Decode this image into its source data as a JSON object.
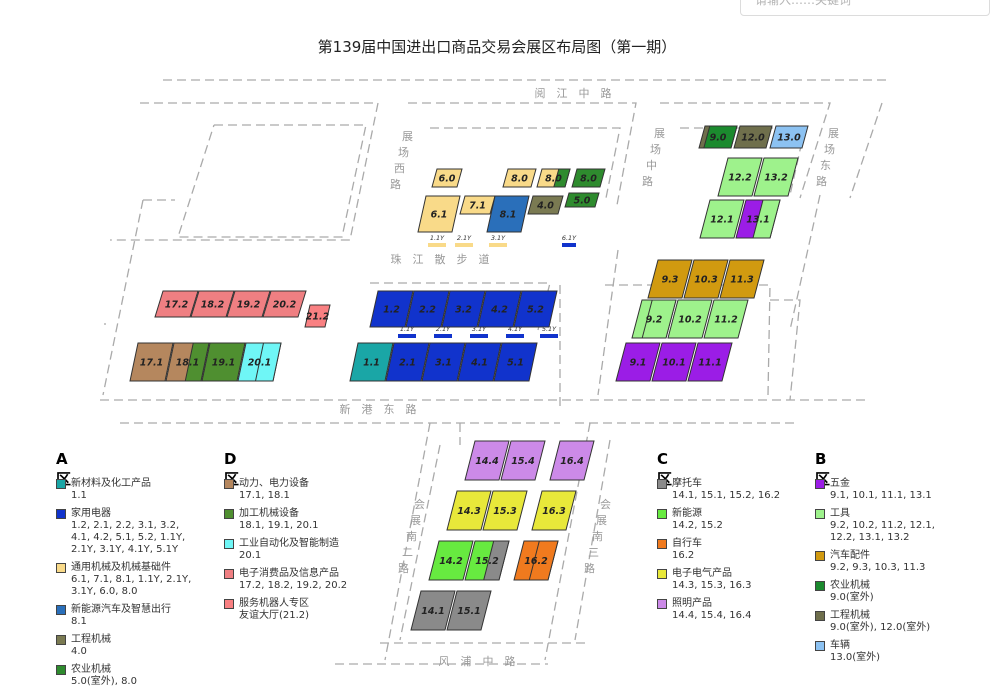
{
  "search": {
    "placeholder": "请输入……关键词"
  },
  "title": "第139届中国进出口商品交易会展区布局图（第一期）",
  "roads": {
    "yuejiang": "阅　江　中　路",
    "zhujiang": "珠　江　散　步　道",
    "xingang": "新　港　东　路",
    "fengpu": "风　浦　中　路",
    "west": [
      "展",
      "场",
      "西",
      "路"
    ],
    "middle": [
      "展",
      "场",
      "中",
      "路"
    ],
    "east": [
      "展",
      "场",
      "东",
      "路"
    ],
    "south2": [
      "会",
      "展",
      "南",
      "二",
      "路"
    ],
    "south3": [
      "会",
      "展",
      "南",
      "三",
      "路"
    ]
  },
  "colors": {
    "teal": "#1aa6a6",
    "blue": "#1133cc",
    "lightyellow": "#f9da89",
    "midblue": "#2a6fba",
    "olive": "#7a7a52",
    "green": "#2e8b2e",
    "brown": "#b5875e",
    "leafgreen": "#4f8f30",
    "cyan": "#6ff6f6",
    "pink": "#ef7f82",
    "salmon": "#f98082",
    "purple": "#9b1de6",
    "lightgreen": "#9ef28c",
    "gold": "#d19a10",
    "darkgreen": "#1b8a2e",
    "darkolive": "#6f6f4c",
    "skyblue": "#8cc2f2",
    "gray": "#8a8a8a",
    "brightgreen": "#67ea40",
    "orange": "#f07a1e",
    "yellow": "#e8e83a",
    "violet": "#cc8ae8"
  },
  "halls": {
    "west_area": [
      {
        "label": "17.2",
        "color": "pink"
      },
      {
        "label": "18.2",
        "color": "pink"
      },
      {
        "label": "19.2",
        "color": "pink"
      },
      {
        "label": "20.2",
        "color": "pink"
      },
      {
        "label": "21.2",
        "color": "salmon"
      },
      {
        "label": "17.1",
        "color": "brown"
      },
      {
        "label": "18.1",
        "color": "brown"
      },
      {
        "label": "19.1",
        "color": "leafgreen"
      },
      {
        "label": "20.1",
        "color": "cyan"
      }
    ],
    "center": [
      {
        "label": "1.2",
        "color": "blue"
      },
      {
        "label": "2.2",
        "color": "blue"
      },
      {
        "label": "3.2",
        "color": "blue"
      },
      {
        "label": "4.2",
        "color": "blue"
      },
      {
        "label": "5.2",
        "color": "blue"
      },
      {
        "label": "1.1",
        "color": "teal"
      },
      {
        "label": "2.1",
        "color": "blue"
      },
      {
        "label": "3.1",
        "color": "blue"
      },
      {
        "label": "4.1",
        "color": "blue"
      },
      {
        "label": "5.1",
        "color": "blue"
      }
    ],
    "center_y": [
      "1.1Y",
      "2.1Y",
      "3.1Y",
      "4.1Y",
      "5.1Y"
    ],
    "north": [
      {
        "label": "6.0",
        "color": "lightyellow"
      },
      {
        "label": "8.0",
        "color": "lightyellow"
      },
      {
        "label": "8.0",
        "color": "lightyellow"
      },
      {
        "label": "8.0",
        "color": "green"
      },
      {
        "label": "6.1",
        "color": "lightyellow"
      },
      {
        "label": "7.1",
        "color": "lightyellow"
      },
      {
        "label": "8.1",
        "color": "midblue"
      },
      {
        "label": "4.0",
        "color": "olive"
      },
      {
        "label": "5.0",
        "color": "green"
      }
    ],
    "north_y": [
      "1.1Y",
      "2.1Y",
      "3.1Y",
      "6.1Y"
    ],
    "b_area": [
      {
        "label": "9.0",
        "color": "darkolive"
      },
      {
        "label": "12.0",
        "color": "darkolive"
      },
      {
        "label": "13.0",
        "color": "skyblue"
      },
      {
        "label": "12.2",
        "color": "lightgreen"
      },
      {
        "label": "13.2",
        "color": "lightgreen"
      },
      {
        "label": "12.1",
        "color": "lightgreen"
      },
      {
        "label": "13.1",
        "color": "purple"
      },
      {
        "label": "9.3",
        "color": "gold"
      },
      {
        "label": "10.3",
        "color": "gold"
      },
      {
        "label": "11.3",
        "color": "gold"
      },
      {
        "label": "9.2",
        "color": "lightgreen"
      },
      {
        "label": "10.2",
        "color": "lightgreen"
      },
      {
        "label": "11.2",
        "color": "lightgreen"
      },
      {
        "label": "9.1",
        "color": "purple"
      },
      {
        "label": "10.1",
        "color": "purple"
      },
      {
        "label": "11.1",
        "color": "purple"
      }
    ],
    "c_area": [
      {
        "label": "14.4",
        "color": "violet"
      },
      {
        "label": "15.4",
        "color": "violet"
      },
      {
        "label": "16.4",
        "color": "violet"
      },
      {
        "label": "14.3",
        "color": "yellow"
      },
      {
        "label": "15.3",
        "color": "yellow"
      },
      {
        "label": "16.3",
        "color": "yellow"
      },
      {
        "label": "14.2",
        "color": "brightgreen"
      },
      {
        "label": "15.2",
        "color": "brightgreen"
      },
      {
        "label": "16.2",
        "color": "orange"
      },
      {
        "label": "14.1",
        "color": "gray"
      },
      {
        "label": "15.1",
        "color": "gray"
      }
    ]
  },
  "legend": {
    "A": {
      "title": "A区",
      "items": [
        {
          "name": "新材料及化工产品",
          "halls": "1.1",
          "color": "teal"
        },
        {
          "name": "家用电器",
          "halls": "1.2, 2.1, 2.2, 3.1, 3.2,",
          "halls2": "4.1, 4.2, 5.1, 5.2, 1.1Y,",
          "halls3": "2.1Y, 3.1Y, 4.1Y, 5.1Y",
          "color": "blue"
        },
        {
          "name": "通用机械及机械基础件",
          "halls": "6.1, 7.1, 8.1, 1.1Y, 2.1Y,",
          "halls2": "3.1Y, 6.0, 8.0",
          "color": "lightyellow"
        },
        {
          "name": "新能源汽车及智慧出行",
          "halls": "8.1",
          "color": "midblue"
        },
        {
          "name": "工程机械",
          "halls": "4.0",
          "color": "olive"
        },
        {
          "name": "农业机械",
          "halls": "5.0(室外), 8.0",
          "color": "green"
        }
      ]
    },
    "D": {
      "title": "D区",
      "items": [
        {
          "name": "动力、电力设备",
          "halls": "17.1, 18.1",
          "color": "brown"
        },
        {
          "name": "加工机械设备",
          "halls": "18.1, 19.1, 20.1",
          "color": "leafgreen"
        },
        {
          "name": "工业自动化及智能制造",
          "halls": "20.1",
          "color": "cyan"
        },
        {
          "name": "电子消费品及信息产品",
          "halls": "17.2, 18.2, 19.2, 20.2",
          "color": "pink"
        },
        {
          "name": "服务机器人专区",
          "halls": "友谊大厅(21.2)",
          "color": "salmon"
        }
      ]
    },
    "C": {
      "title": "C区",
      "items": [
        {
          "name": "摩托车",
          "halls": "14.1, 15.1, 15.2, 16.2",
          "color": "gray"
        },
        {
          "name": "新能源",
          "halls": "14.2, 15.2",
          "color": "brightgreen"
        },
        {
          "name": "自行车",
          "halls": "16.2",
          "color": "orange"
        },
        {
          "name": "电子电气产品",
          "halls": "14.3, 15.3, 16.3",
          "color": "yellow"
        },
        {
          "name": "照明产品",
          "halls": "14.4, 15.4, 16.4",
          "color": "violet"
        }
      ]
    },
    "B": {
      "title": "B区",
      "items": [
        {
          "name": "五金",
          "halls": "9.1, 10.1, 11.1, 13.1",
          "color": "purple"
        },
        {
          "name": "工具",
          "halls": "9.2, 10.2, 11.2, 12.1,",
          "halls2": "12.2, 13.1, 13.2",
          "color": "lightgreen"
        },
        {
          "name": "汽车配件",
          "halls": "9.2, 9.3, 10.3, 11.3",
          "color": "gold"
        },
        {
          "name": "农业机械",
          "halls": "9.0(室外)",
          "color": "darkgreen"
        },
        {
          "name": "工程机械",
          "halls": "9.0(室外), 12.0(室外)",
          "color": "darkolive"
        },
        {
          "name": "车辆",
          "halls": "13.0(室外)",
          "color": "skyblue"
        }
      ]
    }
  }
}
